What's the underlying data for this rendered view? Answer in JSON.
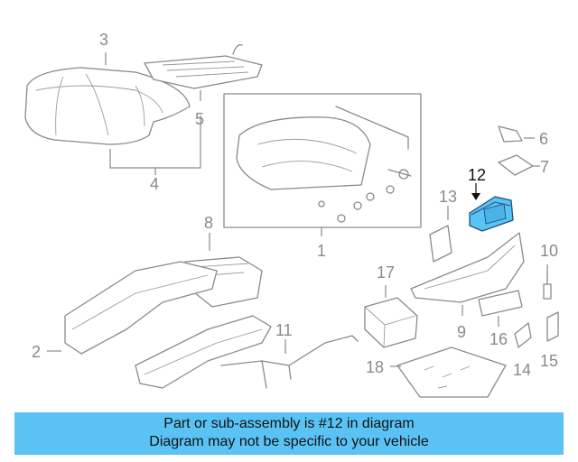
{
  "callouts": {
    "c1": "1",
    "c2": "2",
    "c3": "3",
    "c4": "4",
    "c5": "5",
    "c6": "6",
    "c7": "7",
    "c8": "8",
    "c9": "9",
    "c10": "10",
    "c11": "11",
    "c12": "12",
    "c13": "13",
    "c14": "14",
    "c15": "15",
    "c16": "16",
    "c17": "17",
    "c18": "18"
  },
  "highlight": {
    "part": "12",
    "color": "#5bc3f4"
  },
  "banner": {
    "line1": "Part or sub-assembly is #12 in diagram",
    "line2": "Diagram may not be specific to your vehicle",
    "background": "#5bc3f4"
  }
}
